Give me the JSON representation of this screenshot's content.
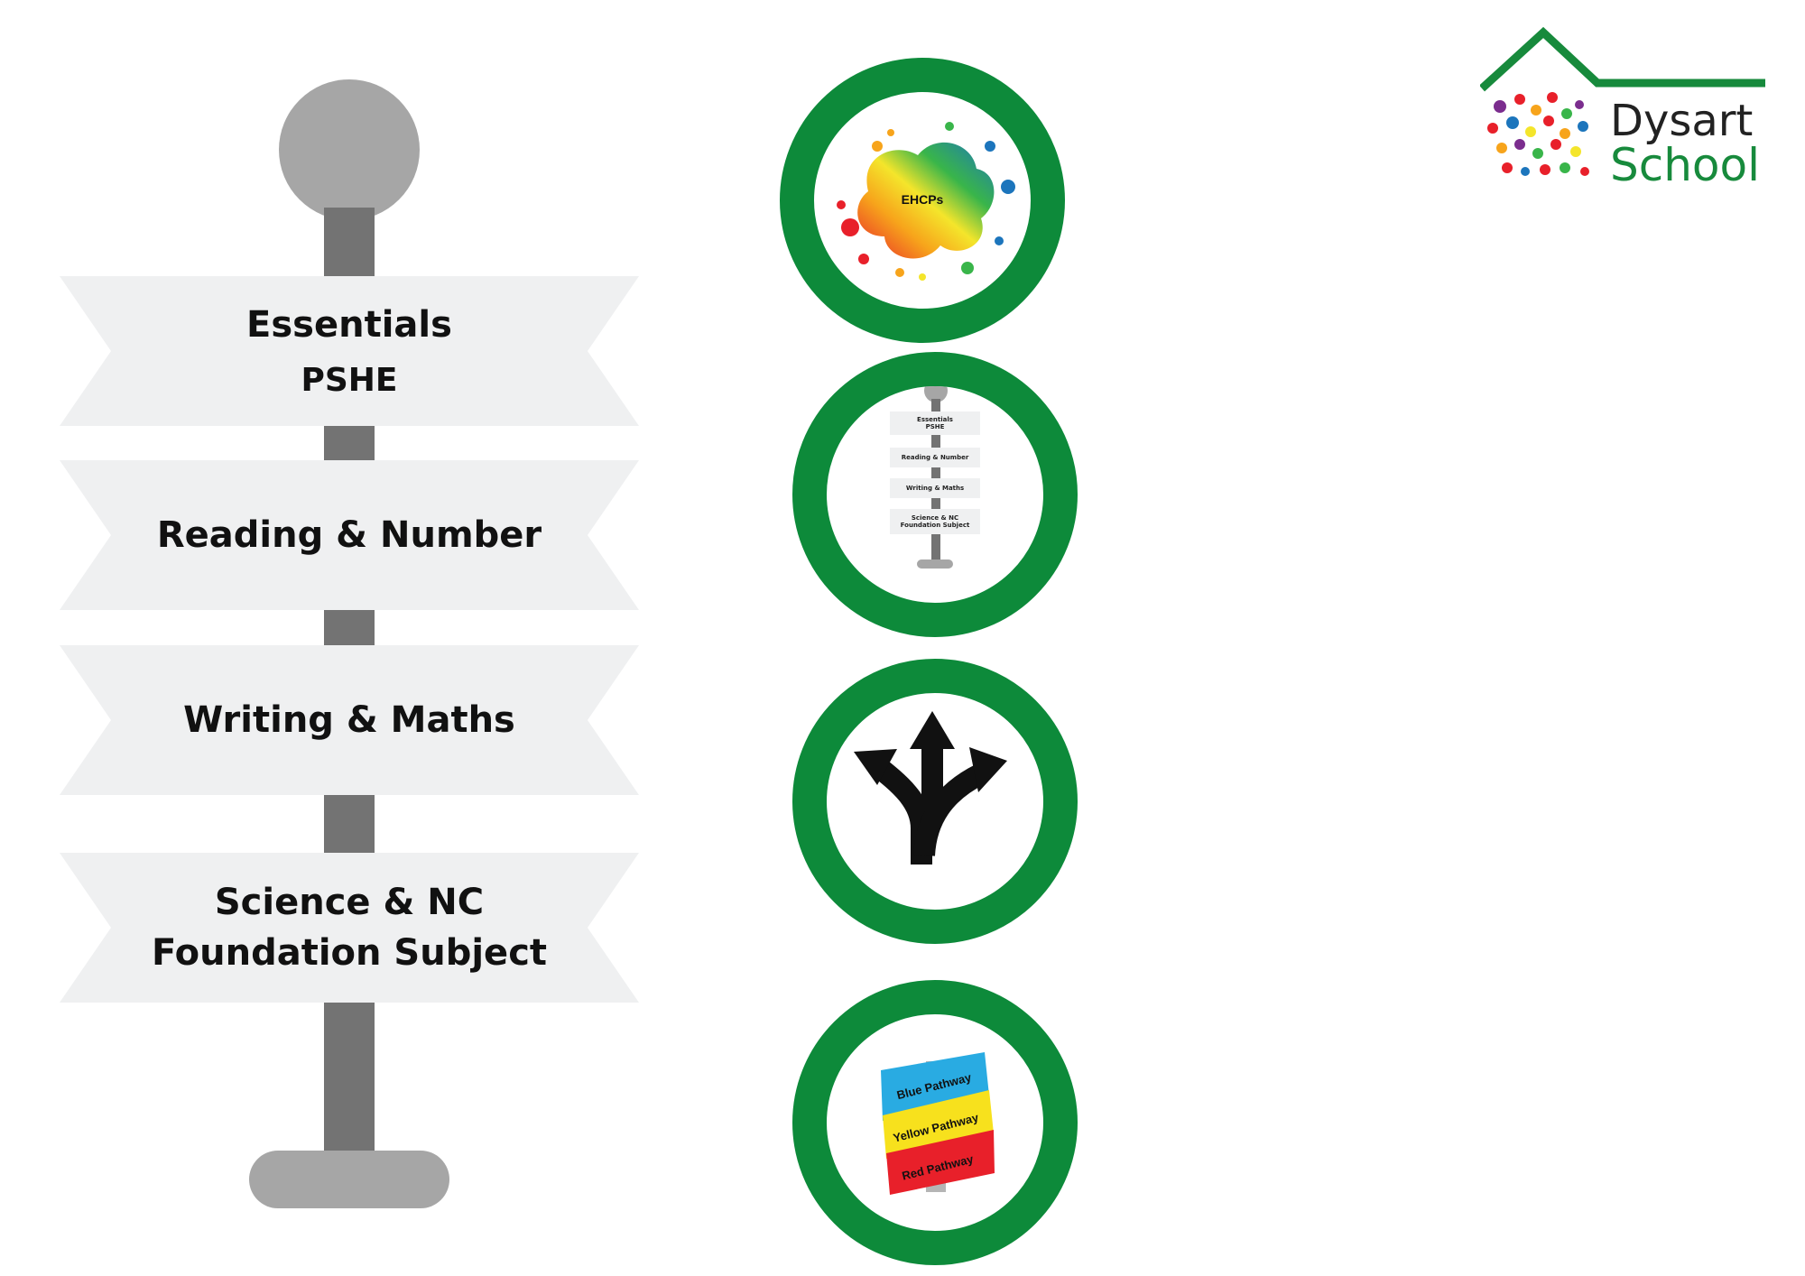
{
  "signpost": {
    "signs": [
      {
        "lines": [
          "Essentials",
          "PSHE"
        ]
      },
      {
        "lines": [
          "Reading & Number"
        ]
      },
      {
        "lines": [
          "Writing & Maths"
        ]
      },
      {
        "lines": [
          "Science & NC",
          "Foundation Subject"
        ]
      }
    ]
  },
  "circles": {
    "ehcps": {
      "label": "EHCPs"
    },
    "mini_signpost": {
      "labels": [
        "Essentials",
        "PSHE",
        "Reading & Number",
        "Writing & Maths",
        "Science & NC",
        "Foundation Subject"
      ]
    },
    "directions": {
      "icon": "three-way-arrows-icon"
    },
    "pathways": {
      "labels": [
        "Blue Pathway",
        "Yellow Pathway",
        "Red Pathway"
      ]
    }
  },
  "logo": {
    "line1": "Dysart",
    "line2": "School"
  },
  "colors": {
    "ring": "#0d8a3a",
    "pole": "#737373",
    "knob": "#a6a6a6",
    "sign": "#eff0f1",
    "logo_green": "#178a3c",
    "logo_dark": "#222222"
  }
}
